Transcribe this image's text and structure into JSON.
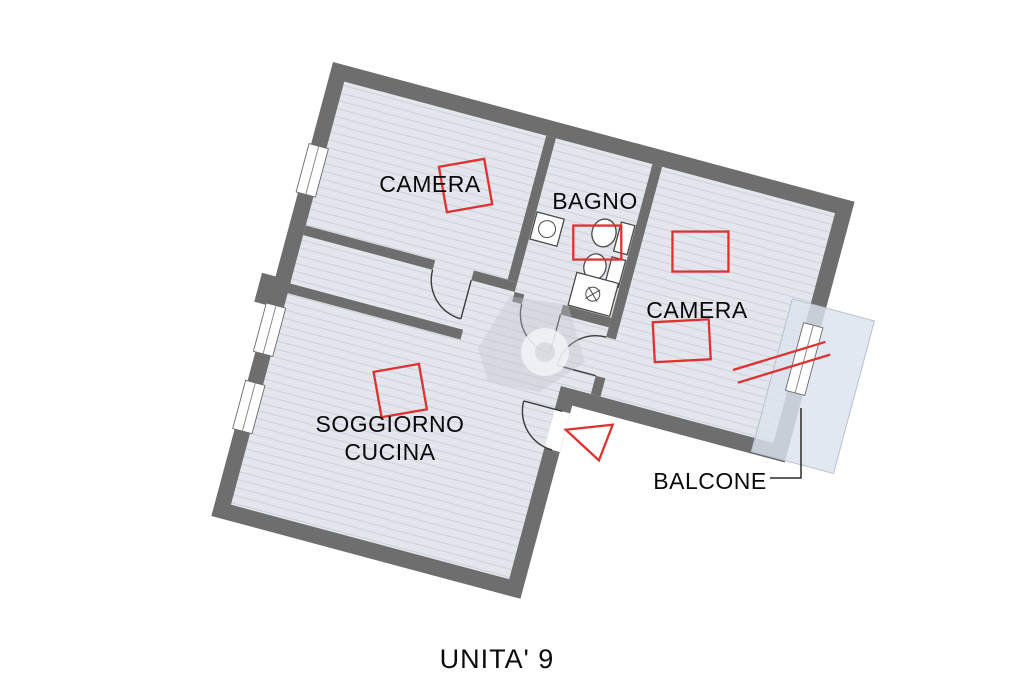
{
  "plan": {
    "unit_label": "UNITA' 9",
    "rooms": [
      {
        "id": "camera-1",
        "label": "CAMERA"
      },
      {
        "id": "bagno",
        "label": "BAGNO"
      },
      {
        "id": "camera-2",
        "label": "CAMERA"
      },
      {
        "id": "soggiorno-cucina",
        "label_line1": "SOGGIORNO",
        "label_line2": "CUCINA"
      },
      {
        "id": "balcone",
        "label": "BALCONE"
      }
    ],
    "fixture_icons": [
      "sink-icon",
      "toilet-icon",
      "bidet-icon",
      "shower-icon"
    ],
    "annotation_marker_count": "5"
  },
  "colors": {
    "wall": "#6e6e6e",
    "floor": "#e3e6ec",
    "hatchline": "#ccd1d9",
    "balcony": "#dce3ee",
    "annotation": "#e03131",
    "text": "#0a0a0a"
  }
}
